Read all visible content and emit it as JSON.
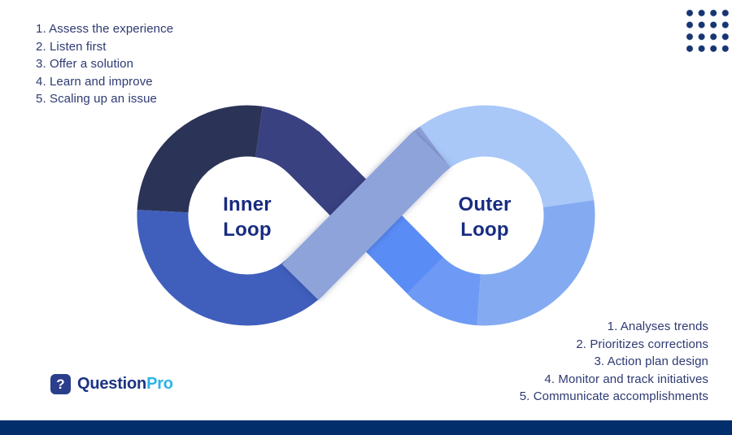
{
  "inner_loop": {
    "label": "Inner Loop",
    "items": [
      "1. Assess the experience",
      "2. Listen first",
      "3. Offer a solution",
      "4. Learn and improve",
      "5. Scaling up an issue"
    ]
  },
  "outer_loop": {
    "label": "Outer Loop",
    "items": [
      "1. Analyses trends",
      "2. Prioritizes corrections",
      "3. Action plan design",
      "4. Monitor and track initiatives",
      "5. Communicate accomplishments"
    ]
  },
  "logo": {
    "icon_glyph": "?",
    "name_primary": "Question",
    "name_secondary": "Pro"
  },
  "colors": {
    "footer_navy": "#032E6C",
    "list_text_navy": "#2E3A72",
    "loop_label_navy": "#182C80",
    "segment_dark_navy": "#2B3356",
    "segment_indigo": "#3A4180",
    "segment_royal_blue": "#405FBC",
    "band_periwinkle": "#8EA3DA",
    "band_bright_blue": "#5A8CF5",
    "segment_light_blue": "#A9C8F8",
    "segment_sky_blue": "#84ABF2",
    "segment_medium_blue": "#6E9AF5",
    "dots_navy": "#173572",
    "logo_square_navy": "#2B3E8C",
    "logo_question_navy": "#1C3484",
    "logo_pro_cyan": "#2BB3E6"
  }
}
